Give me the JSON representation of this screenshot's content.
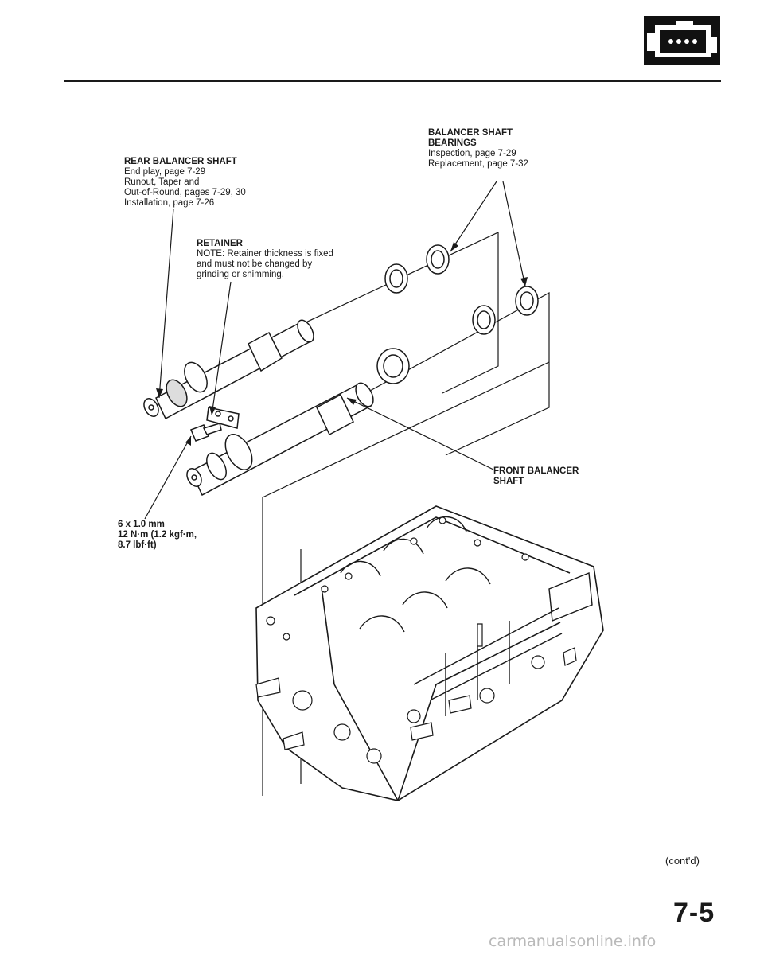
{
  "header": {
    "icon": "engine-block-icon"
  },
  "callouts": {
    "rear_balancer": {
      "title": "REAR BALANCER SHAFT",
      "lines": [
        "End play, page 7-29",
        "Runout, Taper and",
        "Out-of-Round, pages 7-29, 30",
        "Installation, page 7-26"
      ]
    },
    "bearings": {
      "title_1": "BALANCER SHAFT",
      "title_2": "BEARINGS",
      "lines": [
        "Inspection, page 7-29",
        "Replacement, page 7-32"
      ]
    },
    "retainer": {
      "title": "RETAINER",
      "lines": [
        "NOTE:  Retainer thickness is fixed",
        "and must not be changed by",
        "grinding or shimming."
      ]
    },
    "front_balancer": {
      "lines": [
        "FRONT BALANCER",
        "SHAFT"
      ]
    },
    "bolt": {
      "lines": [
        "6 x 1.0 mm",
        "12 N·m (1.2 kgf·m,",
        "8.7 lbf·ft)"
      ]
    }
  },
  "footer": {
    "contd": "(cont'd)",
    "page_number": "7-5",
    "watermark": "carmanualsonline.info"
  }
}
